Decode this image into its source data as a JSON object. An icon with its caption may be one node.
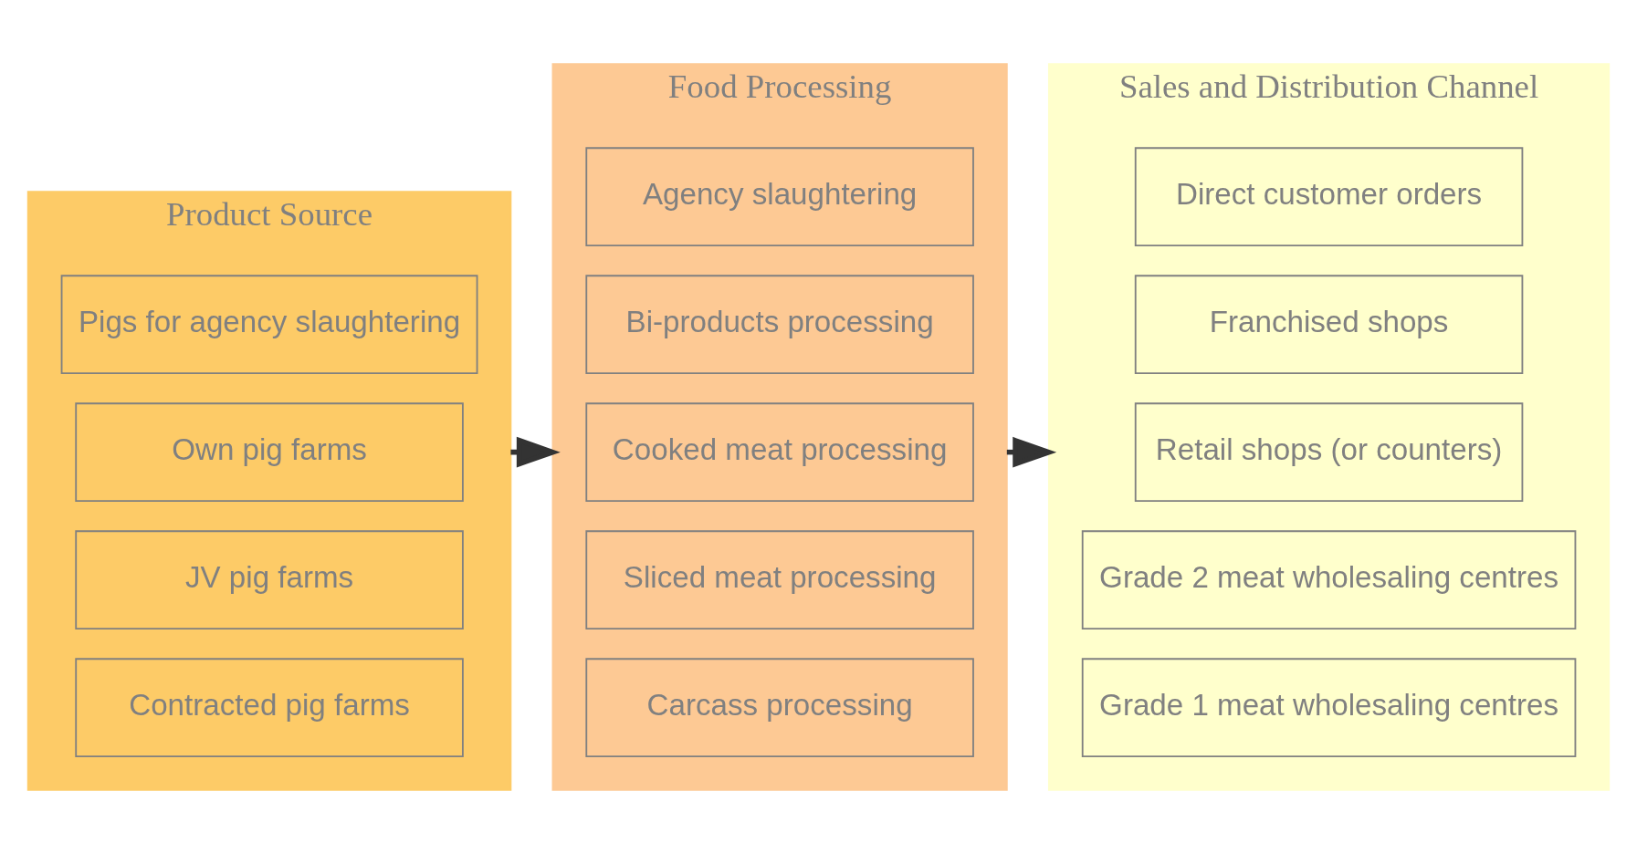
{
  "diagram": {
    "nodes": [
      {
        "text": [
          "Product Source"
        ]
      },
      {
        "text": [
          "Contracted pig farms"
        ],
        "in": 0
      },
      {
        "text": [
          "JV pig farms"
        ],
        "in": 0
      },
      {
        "text": [
          "Own pig farms"
        ],
        "in": 0
      },
      {
        "text": [
          "Pigs for agency slaughtering"
        ],
        "in": 0
      },
      {
        "text": [
          "Food Processing"
        ]
      },
      {
        "text": [
          "Carcass processing"
        ],
        "in": 5
      },
      {
        "text": [
          "Sliced meat processing"
        ],
        "in": 5
      },
      {
        "text": [
          "Cooked meat processing"
        ],
        "in": 5
      },
      {
        "text": [
          "Bi-products processing"
        ],
        "in": 5
      },
      {
        "text": [
          "Agency slaughtering"
        ],
        "in": 5
      },
      {
        "text": [
          "Sales and Distribution Channel"
        ]
      },
      {
        "text": [
          "Grade 1 meat wholesaling centres"
        ],
        "in": 11
      },
      {
        "text": [
          "Grade 2 meat wholesaling centres"
        ],
        "in": 11
      },
      {
        "text": [
          "Retail shops (or counters)"
        ],
        "in": 11
      },
      {
        "text": [
          "Franchised shops"
        ],
        "in": 11
      },
      {
        "text": [
          "Direct customer orders"
        ],
        "in": 11
      }
    ],
    "edges": [
      {
        "from": 0,
        "to": 5,
        "arrow": "to"
      },
      {
        "from": 5,
        "to": 11,
        "arrow": "to"
      }
    ]
  }
}
